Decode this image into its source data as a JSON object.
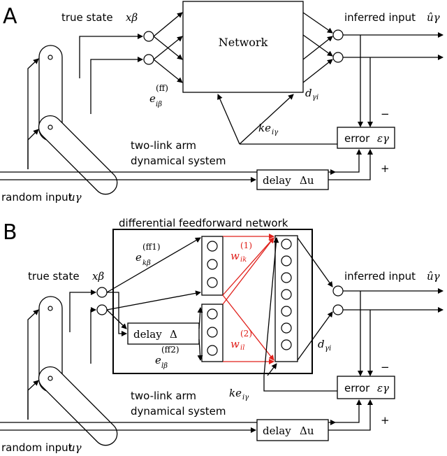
{
  "panel_a": {
    "letter": "A",
    "true_state": "true state",
    "true_state_sym": "xβ",
    "network": "Network",
    "inferred_input": "inferred input",
    "inferred_sym": "ûγ",
    "eff_base": "e",
    "eff_sup": "(ff)",
    "eff_sub": "iβ",
    "d_base": "d",
    "d_sub": "γi",
    "ke_base": "ke",
    "ke_sub": "iγ",
    "error_label": "error",
    "error_sym": "εγ",
    "minus": "−",
    "plus": "+",
    "arm_line1": "two-link arm",
    "arm_line2": "dynamical system",
    "delay_label": "delay",
    "delay_sym": "Δu",
    "random_input": "random input",
    "random_sym": "uγ"
  },
  "panel_b": {
    "letter": "B",
    "dff_title": "differential feedforward network",
    "true_state": "true state",
    "true_state_sym": "xβ",
    "ef1_base": "e",
    "ef1_sup": "(ff1)",
    "ef1_sub": "kβ",
    "ef2_base": "e",
    "ef2_sup": "(ff2)",
    "ef2_sub": "lβ",
    "w1_base": "w",
    "w1_sup": "(1)",
    "w1_sub": "ik",
    "w2_base": "w",
    "w2_sup": "(2)",
    "w2_sub": "il",
    "delay_inner": "delay",
    "delay_inner_sym": "Δ",
    "inferred_input": "inferred input",
    "inferred_sym": "ûγ",
    "d_base": "d",
    "d_sub": "γi",
    "ke_base": "ke",
    "ke_sub": "iγ",
    "error_label": "error",
    "error_sym": "εγ",
    "minus": "−",
    "plus": "+",
    "arm_line1": "two-link arm",
    "arm_line2": "dynamical system",
    "delay_label": "delay",
    "delay_sym": "Δu",
    "random_input": "random input",
    "random_sym": "uγ"
  },
  "colors": {
    "weights": "#e0201b",
    "lines": "#000000"
  }
}
